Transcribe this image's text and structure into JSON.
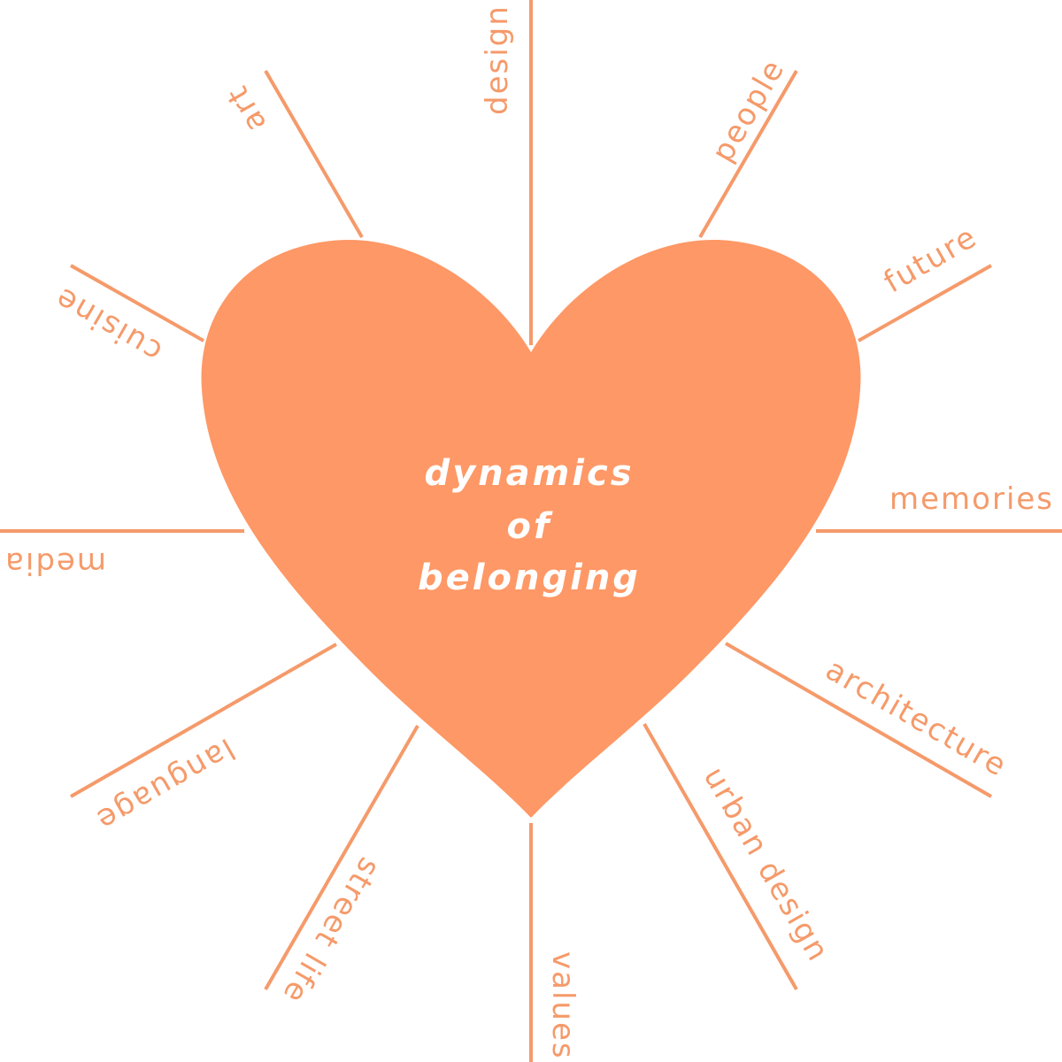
{
  "colors": {
    "accent": "#F59A6A",
    "heart": "#FE9866",
    "background": "#FFFFFF",
    "title_text": "#FFFFFF"
  },
  "center": {
    "line1": "dynamics",
    "line2": "of",
    "line3": "belonging"
  },
  "spokes": [
    {
      "id": "design",
      "label": "design"
    },
    {
      "id": "people",
      "label": "people"
    },
    {
      "id": "future",
      "label": "future"
    },
    {
      "id": "memories",
      "label": "memories"
    },
    {
      "id": "architecture",
      "label": "architecture"
    },
    {
      "id": "urban-design",
      "label": "urban design"
    },
    {
      "id": "values",
      "label": "values"
    },
    {
      "id": "street-life",
      "label": "street life"
    },
    {
      "id": "language",
      "label": "language"
    },
    {
      "id": "media",
      "label": "media"
    },
    {
      "id": "cuisine",
      "label": "cuisine"
    },
    {
      "id": "art",
      "label": "art"
    }
  ]
}
